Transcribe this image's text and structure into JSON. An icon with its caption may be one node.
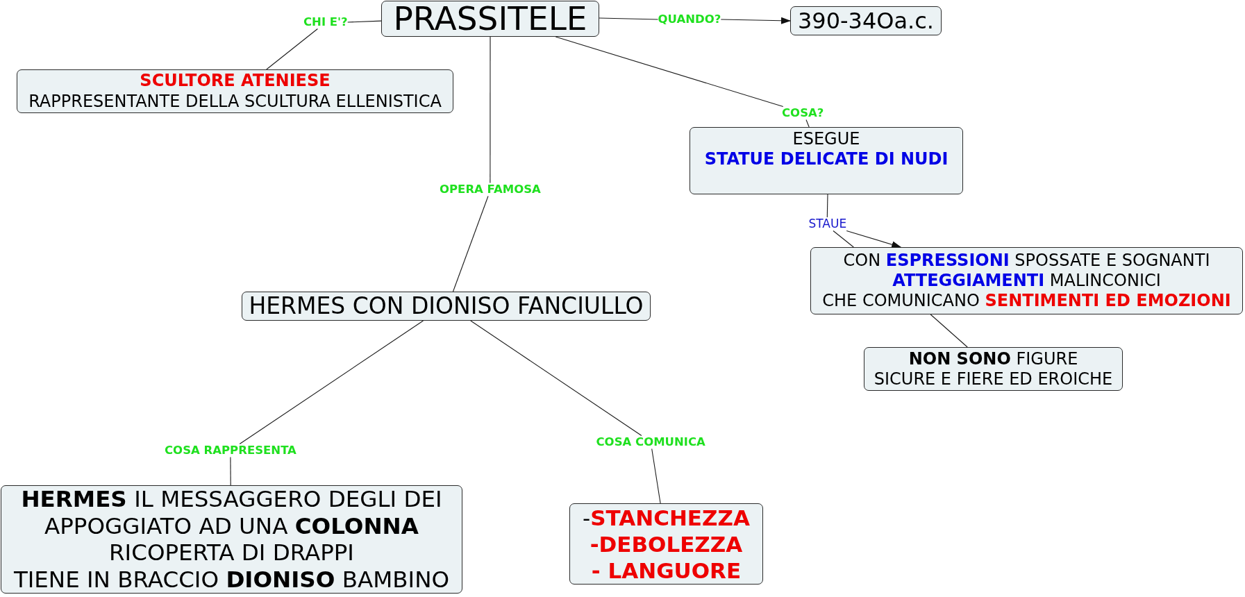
{
  "diagram": {
    "nodes": [
      {
        "text": [
          "PRASSITELE"
        ]
      },
      {
        "text": [
          "CHI E'?"
        ]
      },
      {
        "text": [
          "QUANDO?"
        ]
      },
      {
        "text": [
          "390-34Oa.c."
        ]
      },
      {
        "text": [
          "**SCULTORE ATENIESE** RAPPRESENTANTE DELLA SCULTURA ELLENISTICA"
        ]
      },
      {
        "text": [
          "COSA?"
        ]
      },
      {
        "text": [
          "ESEGUE **STATUE DELICATE DI NUDI**"
        ]
      },
      {
        "text": [
          "OPERA FAMOSA"
        ]
      },
      {
        "text": [
          "STAUE"
        ]
      },
      {
        "text": [
          "CON **ESPRESSIONI** SPOSSATE E SOGNANTI **ATTEGGIAMENTI** MALINCONICI CHE COMUNICANO **SENTIMENTI ED EMOZIONI**"
        ]
      },
      {
        "text": [
          "HERMES CON DIONISO FANCIULLO"
        ]
      },
      {
        "text": [
          "**NON SONO** FIGURE SICURE E FIERE ED EROICHE"
        ]
      },
      {
        "text": [
          "COSA RAPPRESENTA"
        ]
      },
      {
        "text": [
          "COSA COMUNICA"
        ]
      },
      {
        "text": [
          "**HERMES** IL MESSAGGERO DEGLI DEI APPOGGIATO AD UNA **COLONNA** RICOPERTA DI DRAPPI TIENE IN BRACCIO **DIONISO** BAMBINO"
        ]
      },
      {
        "text": [
          "-**STANCHEZZA -DEBOLEZZA - LANGUORE**"
        ]
      }
    ],
    "edges": [
      {
        "from": 0,
        "to": 1,
        "arrow": "none"
      },
      {
        "from": 1,
        "to": 4,
        "arrow": "none"
      },
      {
        "from": 0,
        "to": 2,
        "arrow": "none"
      },
      {
        "from": 2,
        "to": 3,
        "arrow": "to"
      },
      {
        "from": 0,
        "to": 5,
        "arrow": "none"
      },
      {
        "from": 5,
        "to": 6,
        "arrow": "none"
      },
      {
        "from": 0,
        "to": 7,
        "arrow": "none"
      },
      {
        "from": 7,
        "to": 10,
        "arrow": "none"
      },
      {
        "from": 6,
        "to": 8,
        "arrow": "none"
      },
      {
        "from": 8,
        "to": 9,
        "arrow": "none"
      },
      {
        "from": 8,
        "to": 9,
        "arrow": "to"
      },
      {
        "from": 9,
        "to": 11,
        "arrow": "none"
      },
      {
        "from": 10,
        "to": 12,
        "arrow": "none"
      },
      {
        "from": 12,
        "to": 14,
        "arrow": "none"
      },
      {
        "from": 10,
        "to": 13,
        "arrow": "none"
      },
      {
        "from": 13,
        "to": 15,
        "arrow": "none"
      }
    ]
  }
}
